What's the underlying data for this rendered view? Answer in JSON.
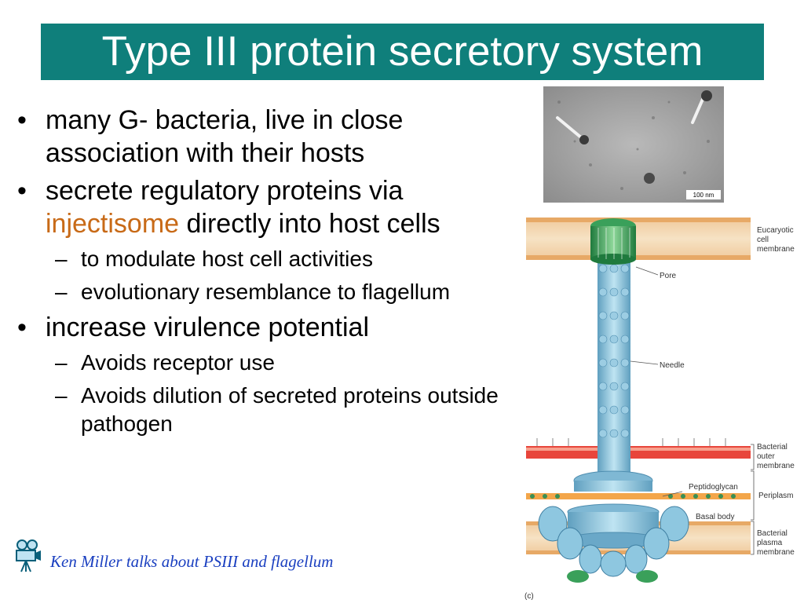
{
  "title": "Type III protein secretory system",
  "bullets": {
    "b1": "many G- bacteria, live in close association with their hosts",
    "b2_pre": "secrete regulatory proteins via ",
    "b2_highlight": "injectisome",
    "b2_post": " directly into host cells",
    "b2_sub1": "to modulate host cell activities",
    "b2_sub2": "evolutionary resemblance to flagellum",
    "b3": "increase virulence potential",
    "b3_sub1": "Avoids receptor use",
    "b3_sub2": "Avoids dilution of secreted proteins outside pathogen",
    "bullet_char": "•",
    "dash_char": "–"
  },
  "video_link": {
    "label": "Ken Miller talks about PSIII and flagellum",
    "icon": "film-camera-icon"
  },
  "micrograph": {
    "scale_label": "100 nm"
  },
  "diagram": {
    "labels": {
      "eukaryotic_1": "Eucaryotic",
      "eukaryotic_2": "cell",
      "eukaryotic_3": "membrane",
      "pore": "Pore",
      "needle": "Needle",
      "outer_1": "Bacterial",
      "outer_2": "outer",
      "outer_3": "membrane",
      "peptidoglycan": "Peptidoglycan",
      "periplasm": "Periplasm",
      "basal_body": "Basal body",
      "plasma_1": "Bacterial",
      "plasma_2": "plasma",
      "plasma_3": "membrane",
      "panel": "(c)"
    }
  },
  "colors": {
    "title_bg": "#0f7f7b",
    "highlight": "#c86a17",
    "link": "#1a3fc0"
  }
}
